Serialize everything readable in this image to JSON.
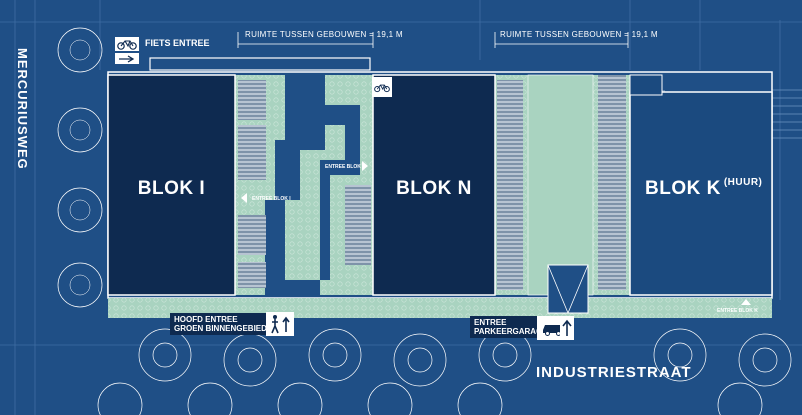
{
  "streets": {
    "left": "MERCURIUSWEG",
    "bottom": "INDUSTRIESTRAAT"
  },
  "buildings": {
    "blok_i": "BLOK I",
    "blok_n": "BLOK N",
    "blok_k": "BLOK K",
    "blok_k_suffix": "(HUUR)"
  },
  "labels": {
    "fiets_entree": "FIETS ENTREE",
    "dim_left": "RUIMTE TUSSEN GEBOUWEN = 19,1 M",
    "dim_right": "RUIMTE TUSSEN GEBOUWEN = 19,1 M",
    "entree_blok_n": "ENTREE BLOK N",
    "entree_blok_i": "ENTREE BLOK I",
    "entree_blok_k": "ENTREE BLOK K",
    "hoofd_entree_1": "HOOFD ENTREE",
    "hoofd_entree_2": "GROEN BINNENGEBIED",
    "parkeer_1": "ENTREE",
    "parkeer_2": "PARKEERGARAGE"
  },
  "colors": {
    "background": "#1f4f86",
    "building_dark": "#0e2a50",
    "building_k": "#1b4a7f",
    "green": "#a9d3c0",
    "parking": "#8fa3b5",
    "outline": "#ffffff"
  },
  "icons": [
    "bicycle-icon",
    "pedestrian-icon",
    "car-icon",
    "arrow-right-icon",
    "arrow-up-icon",
    "arrow-left-icon"
  ]
}
